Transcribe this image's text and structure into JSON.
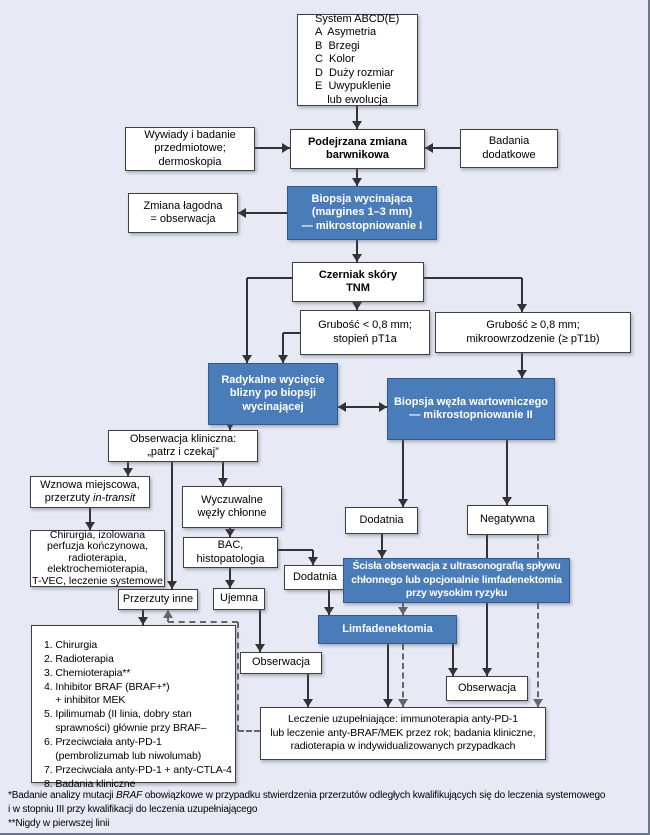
{
  "colors": {
    "background": "#e7eaf4",
    "node_blue": "#4b7cba",
    "node_blue_border": "#2f5b8f",
    "node_white": "#ffffff",
    "node_border": "#404040",
    "solid_line": "#333333",
    "dashed_line": "#666666"
  },
  "nodes": {
    "system_abcde": {
      "text": "System ABCD(E)\nA  Asymetria\nB  Brzegi\nC  Kolor\nD  Duży rozmiar\nE  Uwypuklenie\n    lub ewolucja"
    },
    "wywiady": {
      "text": "Wywiady i badanie\nprzedmiotowe;\ndermoskopia"
    },
    "podejrzana": {
      "text": "Podejrzana zmiana\nbarwnikowa"
    },
    "badania_dodatkowe": {
      "text": "Badania\ndodatkowe"
    },
    "biopsja_wycinajaca": {
      "text": "Biopsja wycinająca\n(margines 1–3 mm)\n— mikrostopniowanie I"
    },
    "zmiana_lagodna": {
      "text": "Zmiana łagodna\n= obserwacja"
    },
    "czerniak_tnm": {
      "text": "Czerniak skóry\nTNM"
    },
    "grubosc_lt08": {
      "text": "Grubość < 0,8 mm;\nstopień pT1a"
    },
    "grubosc_ge08": {
      "text": "Grubość ≥ 0,8 mm;\nmikroowrzodzenie (≥ pT1b)"
    },
    "radykalne_wyciecie": {
      "text": "Radykalne wycięcie\nblizny po biopsji\nwycinającej"
    },
    "biopsja_wezla": {
      "text": "Biopsja węzła wartowniczego\n— mikrostopniowanie II"
    },
    "obserwacja_kliniczna": {
      "text": "Obserwacja kliniczna:\n„patrz i czekaj”"
    },
    "wznowa": {
      "line1": "Wznowa miejscowa,",
      "line2_prefix": "przerzuty ",
      "line2_italic": "in-transit"
    },
    "wyczuwalne_wezly": {
      "text": "Wyczuwalne\nwęzły chłonne"
    },
    "dodatnia_snb": {
      "text": "Dodatnia"
    },
    "negatywna_snb": {
      "text": "Negatywna"
    },
    "chirurgia_perfuzja": {
      "text": "Chirurgia, izolowana\nperfuzja kończynowa,\nradioterapia,\nelektrochemioterapia,\nT-VEC, leczenie systemowe"
    },
    "bac": {
      "text": "BAC,\nhistopatologia"
    },
    "dodatnia_bac": {
      "text": "Dodatnia"
    },
    "scisla_obserwacja": {
      "text": "Ścisła obserwacja z ultrasonografią spływu\nchłonnego lub opcjonalnie limfadenektomia\nprzy wysokim ryzyku"
    },
    "przerzuty_inne": {
      "text": "Przerzuty inne"
    },
    "ujemna_bac": {
      "text": "Ujemna"
    },
    "limfadenektomia": {
      "text": "Limfadenektomia"
    },
    "obserwacja_po_ujemnej": {
      "text": "Obserwacja"
    },
    "obserwacja_po_limfadenektomii": {
      "text": "Obserwacja"
    },
    "leczenie_uzupelniajace": {
      "text": "Leczenie uzupełniające: immunoterapia anty-PD-1\nlub leczenie anty-BRAF/MEK przez rok; badania kliniczne,\nradioterapia w indywidualizowanych przypadkach"
    }
  },
  "treatment_list": {
    "items": [
      "1. Chirurgia",
      "2. Radioterapia",
      "3. Chemioterapia**",
      "4. Inhibitor BRAF (BRAF+*)\n    + inhibitor MEK",
      "5. Ipilimumab (II linia, dobry stan\n    sprawności) głównie przy BRAF–",
      "6. Przeciwciała anty-PD-1\n    (pembrolizumab lub niwolumab)",
      "7. Przeciwciała anty-PD-1 + anty-CTLA-4",
      "8. Badania kliniczne"
    ]
  },
  "footnotes": {
    "line1_prefix": "*Badanie analizy mutacji ",
    "line1_italic": "BRAF",
    "line1_suffix": " obowiązkowe w przypadku stwierdzenia przerzutów odległych kwalifikujących się do leczenia systemowego",
    "line2": "i w stopniu III przy kwalifikacji do leczenia uzupełniającego",
    "line3": "**Nigdy w pierwszej linii"
  }
}
